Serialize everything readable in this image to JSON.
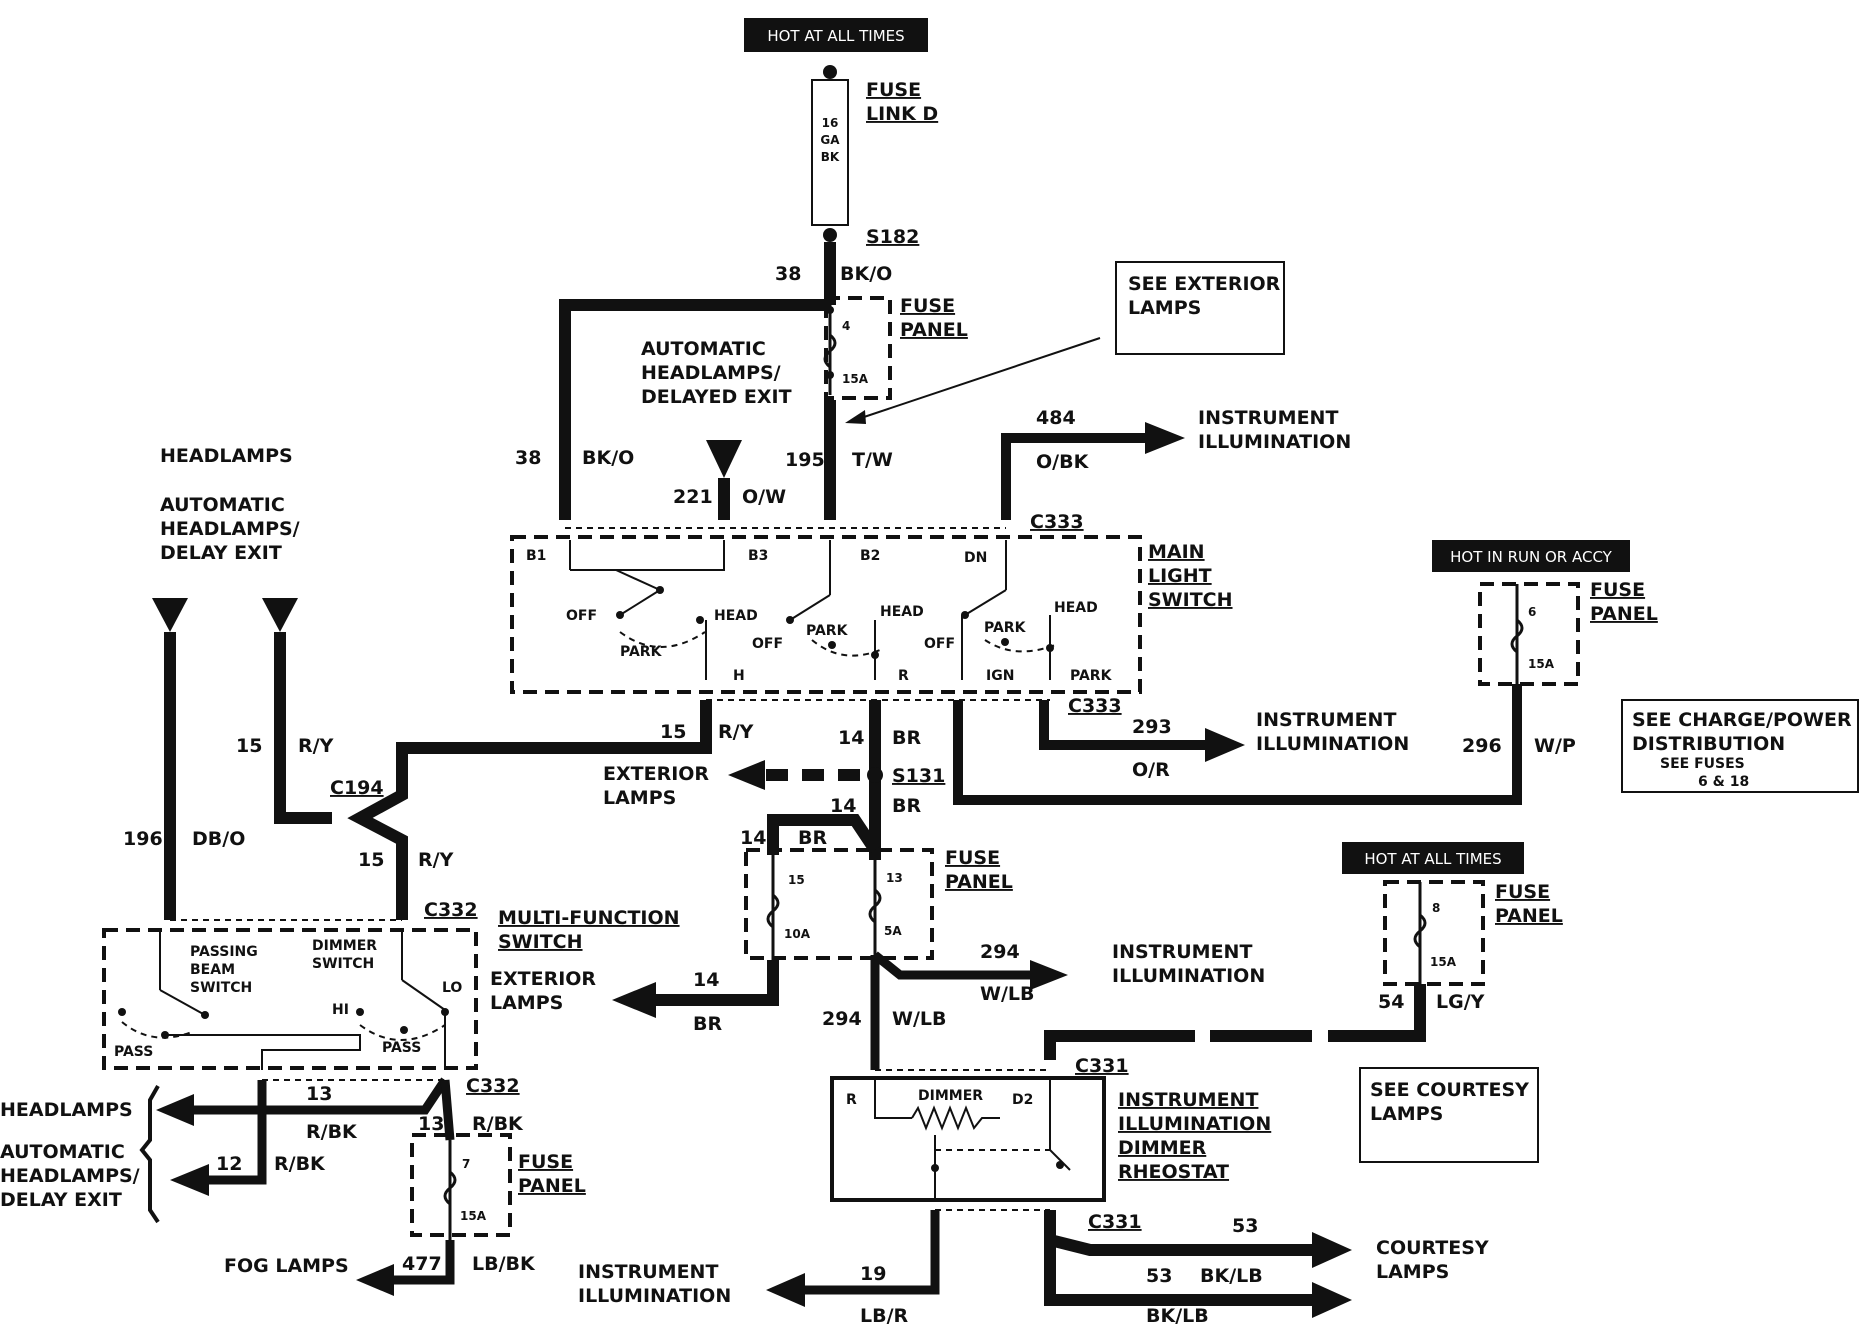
{
  "hot_tags": {
    "top": "HOT AT ALL TIMES",
    "run_accy": "HOT IN RUN OR ACCY",
    "right": "HOT AT ALL TIMES"
  },
  "fuse_link": {
    "label1": "FUSE",
    "label2": "LINK D",
    "gauge1": "16",
    "gauge2": "GA",
    "gauge3": "BK"
  },
  "splices": {
    "s182": "S182",
    "s131": "S131"
  },
  "connectors": {
    "c333_top": "C333",
    "c333_bottom": "C333",
    "c194": "C194",
    "c332_top": "C332",
    "c332_bottom": "C332",
    "c331_top": "C331",
    "c331_bottom": "C331"
  },
  "fuses": {
    "f4": {
      "num": "4",
      "amp": "15A"
    },
    "f6": {
      "num": "6",
      "amp": "15A"
    },
    "f15": {
      "num": "15",
      "amp": "10A"
    },
    "f13": {
      "num": "13",
      "amp": "5A"
    },
    "f8": {
      "num": "8",
      "amp": "15A"
    },
    "f7": {
      "num": "7",
      "amp": "15A"
    }
  },
  "fuse_panel": {
    "l1": "FUSE",
    "l2": "PANEL"
  },
  "components": {
    "main_switch": [
      "MAIN",
      "LIGHT",
      "SWITCH"
    ],
    "multi_function": [
      "MULTI-FUNCTION",
      "SWITCH"
    ],
    "rheostat": [
      "INSTRUMENT",
      "ILLUMINATION",
      "DIMMER",
      "RHEOSTAT"
    ]
  },
  "notes": {
    "see_exterior": [
      "SEE EXTERIOR",
      "LAMPS"
    ],
    "see_charge": [
      "SEE CHARGE/POWER",
      "DISTRIBUTION",
      "SEE FUSES",
      "6 & 18"
    ],
    "see_courtesy": [
      "SEE COURTESY",
      "LAMPS"
    ],
    "auto_headlamps_top": [
      "AUTOMATIC",
      "HEADLAMPS/",
      "DELAYED EXIT"
    ]
  },
  "left_labels": {
    "headlamps": "HEADLAMPS",
    "auto": [
      "AUTOMATIC",
      "HEADLAMPS/",
      "DELAY EXIT"
    ],
    "headlamps_bottom": "HEADLAMPS",
    "auto_bottom": [
      "AUTOMATIC",
      "HEADLAMPS/",
      "DELAY EXIT"
    ],
    "fog_lamps": "FOG LAMPS"
  },
  "destinations": {
    "instr_illum": [
      "INSTRUMENT",
      "ILLUMINATION"
    ],
    "exterior_lamps": [
      "EXTERIOR",
      "LAMPS"
    ],
    "courtesy_lamps": [
      "COURTESY",
      "LAMPS"
    ]
  },
  "wires": {
    "w38a": {
      "num": "38",
      "color": "BK/O"
    },
    "w38b": {
      "num": "38",
      "color": "BK/O"
    },
    "w195": {
      "num": "195",
      "color": "T/W"
    },
    "w221": {
      "num": "221",
      "color": "O/W"
    },
    "w484": {
      "num": "484",
      "color": "O/BK"
    },
    "w293": {
      "num": "293",
      "color": "O/R"
    },
    "w296": {
      "num": "296",
      "color": "W/P"
    },
    "w15a": {
      "num": "15",
      "color": "R/Y"
    },
    "w15b": {
      "num": "15",
      "color": "R/Y"
    },
    "w15c": {
      "num": "15",
      "color": "R/Y"
    },
    "w14a": {
      "num": "14",
      "color": "BR"
    },
    "w14b": {
      "num": "14",
      "color": "BR"
    },
    "w14c": {
      "num": "14",
      "color": "BR"
    },
    "w14d": {
      "num": "14",
      "color": "BR"
    },
    "w196": {
      "num": "196",
      "color": "DB/O"
    },
    "w294a": {
      "num": "294",
      "color": "W/LB"
    },
    "w294b": {
      "num": "294",
      "color": "W/LB"
    },
    "w54": {
      "num": "54",
      "color": "LG/Y"
    },
    "w13a": {
      "num": "13",
      "color": "R/BK"
    },
    "w13b": {
      "num": "13",
      "color": "R/BK"
    },
    "w12": {
      "num": "12",
      "color": "R/BK"
    },
    "w477": {
      "num": "477",
      "color": "LB/BK"
    },
    "w19": {
      "num": "19",
      "color": "LB/R"
    },
    "w53a": {
      "num": "53",
      "color": "BK/LB"
    },
    "w53b": {
      "num": "53",
      "color": "BK/LB"
    }
  },
  "switch_labels": {
    "b1": "B1",
    "b3": "B3",
    "b2": "B2",
    "dn": "DN",
    "off": "OFF",
    "park": "PARK",
    "head": "HEAD",
    "ign": "IGN",
    "h": "H",
    "r": "R",
    "passing": [
      "PASSING",
      "BEAM",
      "SWITCH"
    ],
    "dimmer_sw": [
      "DIMMER",
      "SWITCH"
    ],
    "lo": "LO",
    "hi": "HI",
    "pass": "PASS",
    "dimmer": "DIMMER",
    "d2": "D2"
  }
}
